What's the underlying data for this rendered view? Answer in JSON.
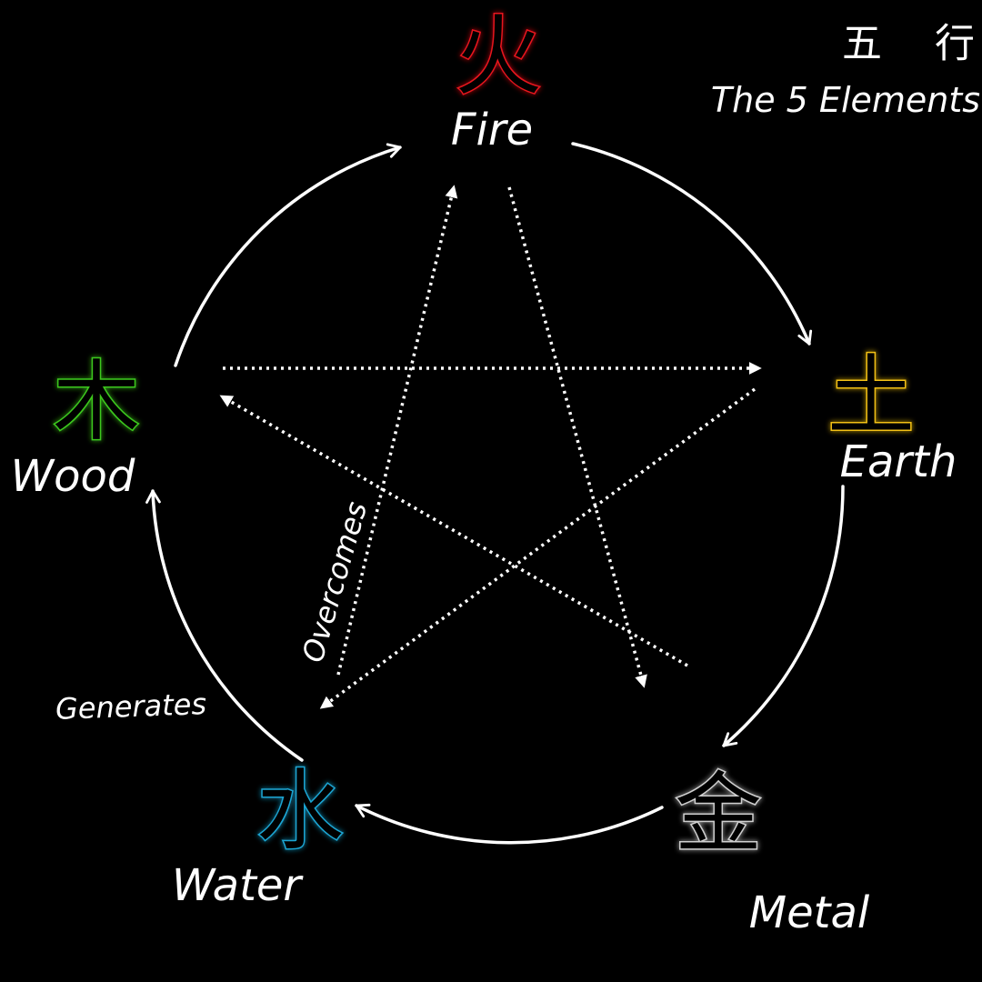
{
  "title": {
    "chinese": "五 行",
    "english": "The 5 Elements"
  },
  "elements": [
    {
      "id": "fire",
      "glyph": "火",
      "label": "Fire",
      "color": "#e8161c"
    },
    {
      "id": "earth",
      "glyph": "土",
      "label": "Earth",
      "color": "#f2c014"
    },
    {
      "id": "metal",
      "glyph": "金",
      "label": "Metal",
      "color": "#cfcfcf"
    },
    {
      "id": "water",
      "glyph": "水",
      "label": "Water",
      "color": "#1aa6d4"
    },
    {
      "id": "wood",
      "glyph": "木",
      "label": "Wood",
      "color": "#3ec81f"
    }
  ],
  "annotations": {
    "generates": "Generates",
    "overcomes": "Overcomes"
  },
  "cycles": {
    "generates": [
      [
        "wood",
        "fire"
      ],
      [
        "fire",
        "earth"
      ],
      [
        "earth",
        "metal"
      ],
      [
        "metal",
        "water"
      ],
      [
        "water",
        "wood"
      ]
    ],
    "overcomes": [
      [
        "wood",
        "earth"
      ],
      [
        "earth",
        "water"
      ],
      [
        "water",
        "fire"
      ],
      [
        "fire",
        "metal"
      ],
      [
        "metal",
        "wood"
      ]
    ]
  },
  "colors": {
    "background": "#000000",
    "lines": "#ffffff"
  }
}
